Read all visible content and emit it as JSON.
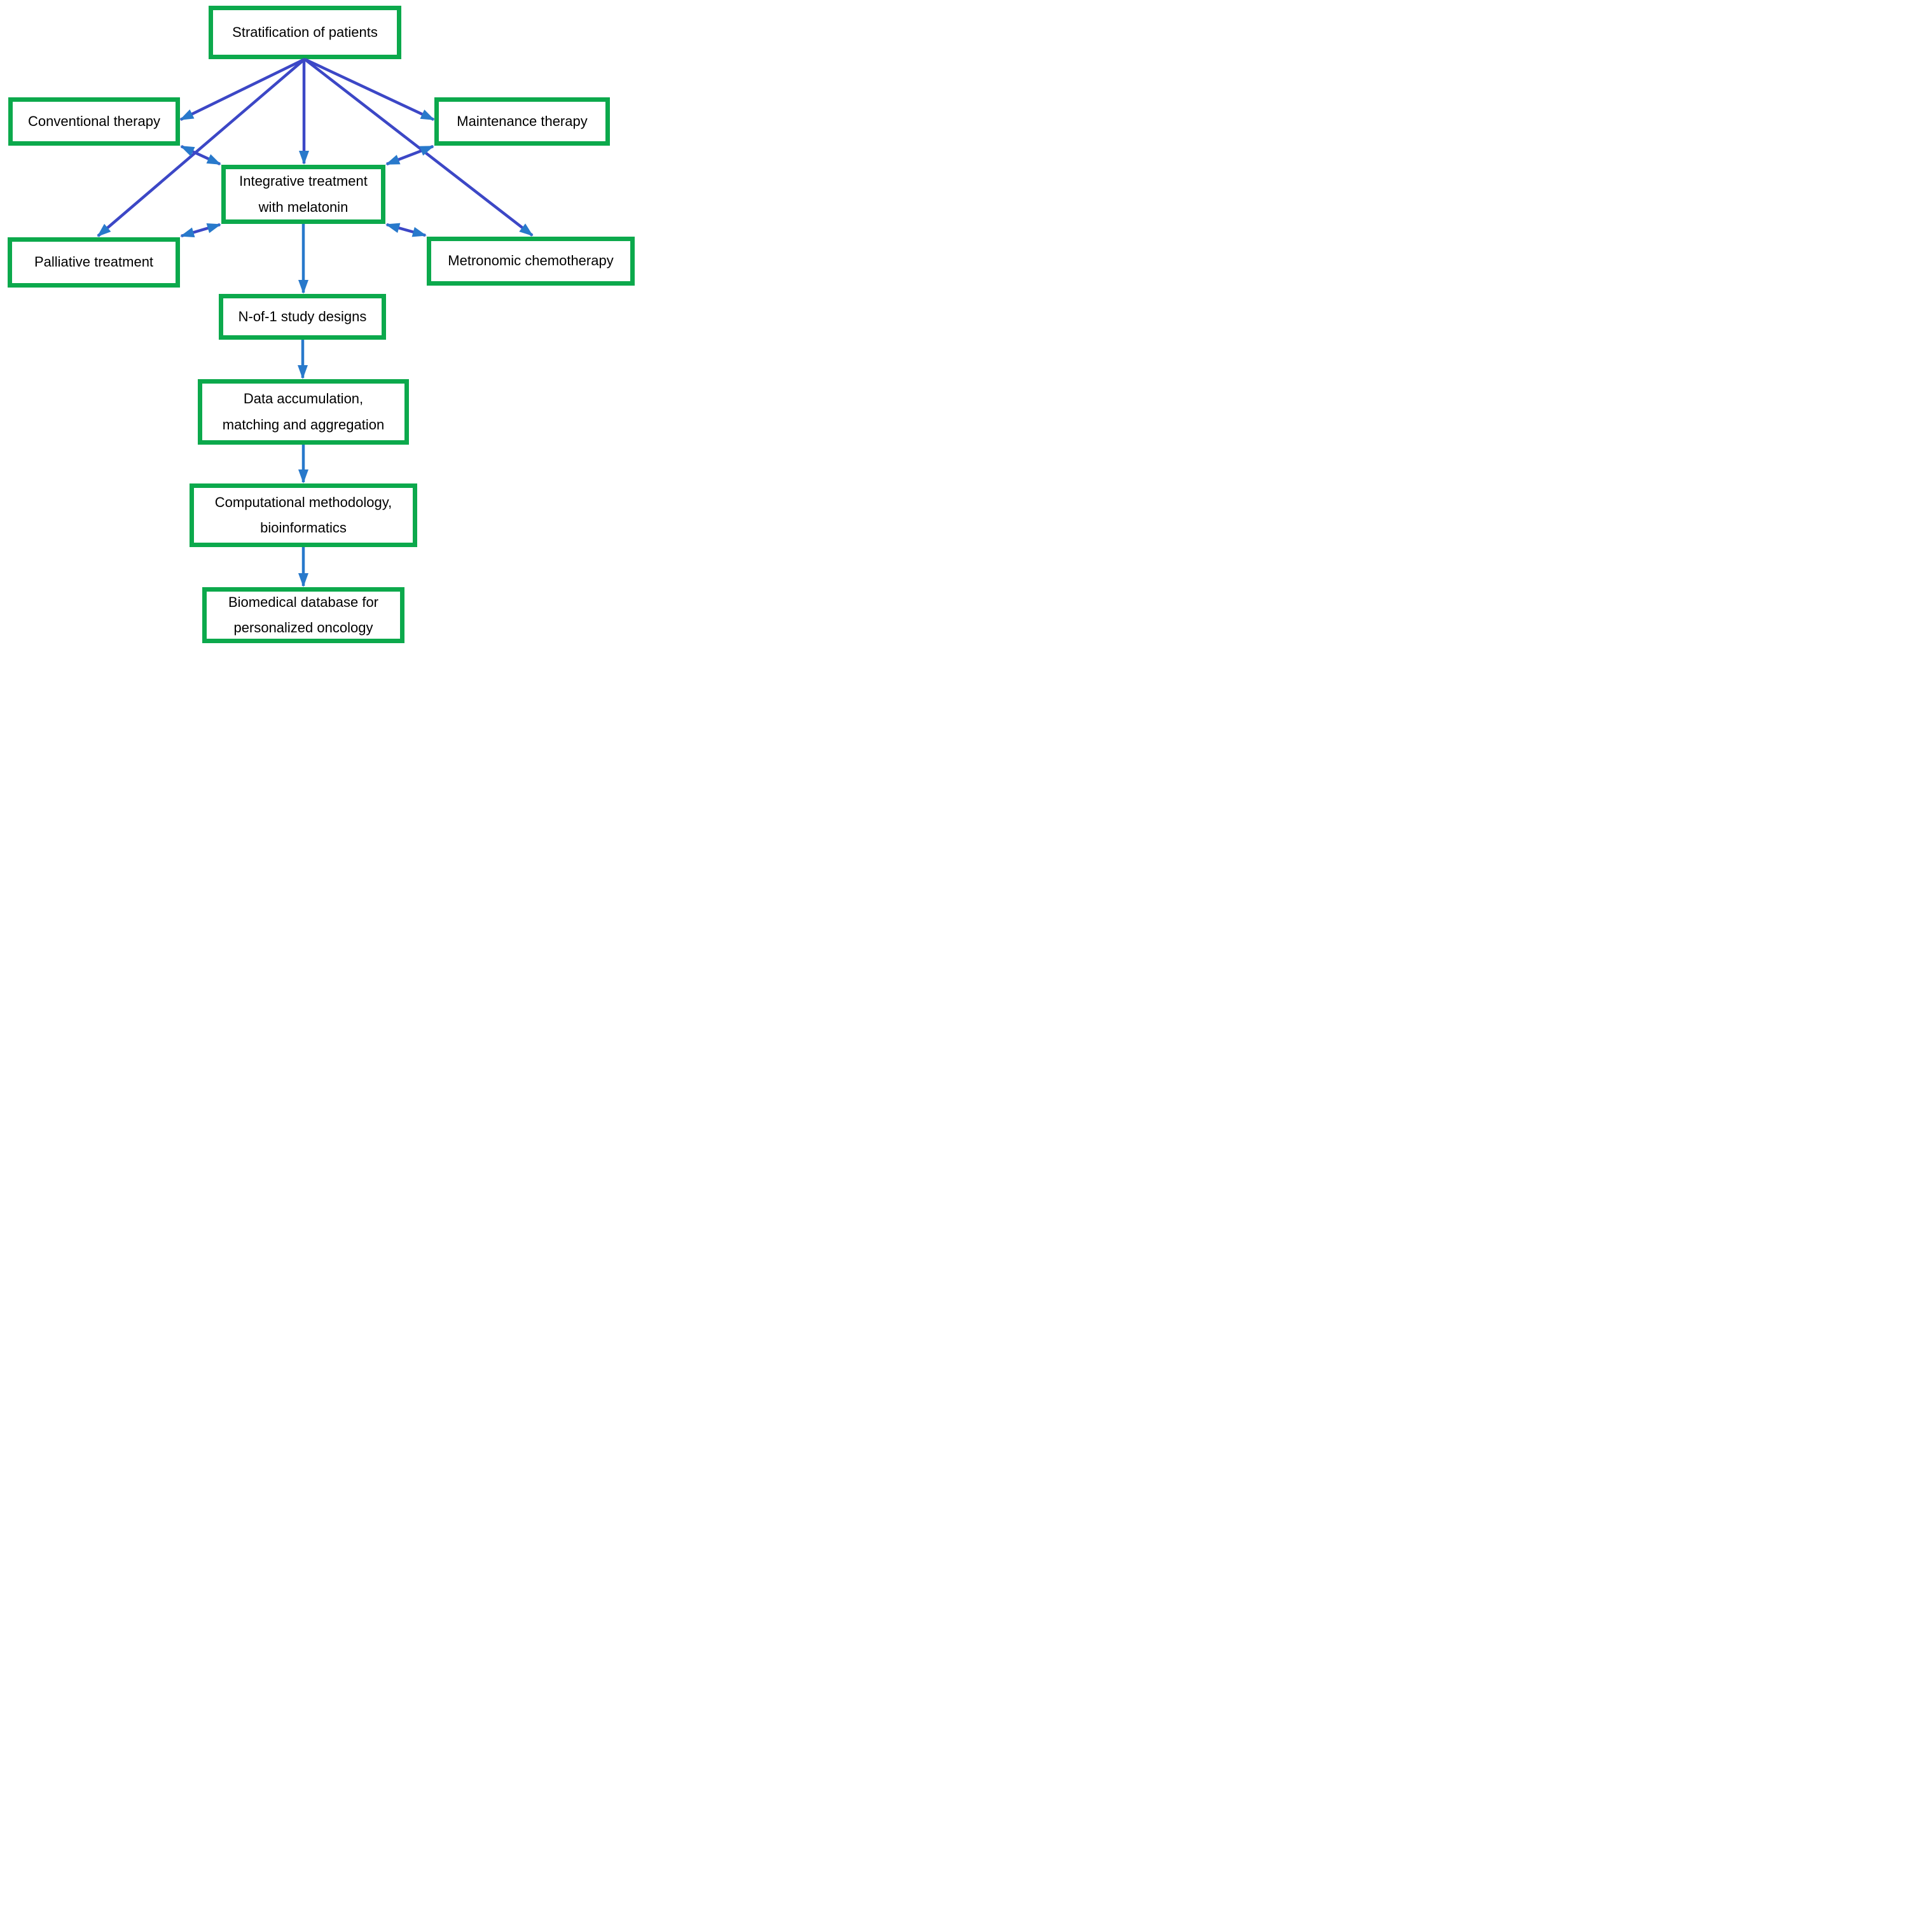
{
  "diagram": {
    "title": "Integrative treatment with melatonin flowchart",
    "nodes": {
      "stratification": {
        "label": "Stratification of patients"
      },
      "conventional": {
        "label": "Conventional therapy"
      },
      "maintenance": {
        "label": "Maintenance therapy"
      },
      "integrative": {
        "label": "Integrative treatment\nwith melatonin"
      },
      "palliative": {
        "label": "Palliative treatment"
      },
      "metronomic": {
        "label": "Metronomic chemotherapy"
      },
      "nof1": {
        "label": "N-of-1 study designs"
      },
      "data_accumulation": {
        "label": "Data accumulation,\nmatching and aggregation"
      },
      "computational": {
        "label": "Computational methodology,\nbioinformatics"
      },
      "biomedical": {
        "label": "Biomedical database for\npersonalized oncology"
      }
    },
    "edges": [
      {
        "from": "stratification",
        "to": "conventional",
        "bidirectional": false,
        "style": "primary"
      },
      {
        "from": "stratification",
        "to": "maintenance",
        "bidirectional": false,
        "style": "primary"
      },
      {
        "from": "stratification",
        "to": "integrative",
        "bidirectional": false,
        "style": "primary"
      },
      {
        "from": "stratification",
        "to": "palliative",
        "bidirectional": false,
        "style": "primary"
      },
      {
        "from": "stratification",
        "to": "metronomic",
        "bidirectional": false,
        "style": "primary"
      },
      {
        "from": "conventional",
        "to": "integrative",
        "bidirectional": true,
        "style": "primary"
      },
      {
        "from": "maintenance",
        "to": "integrative",
        "bidirectional": true,
        "style": "primary"
      },
      {
        "from": "palliative",
        "to": "integrative",
        "bidirectional": true,
        "style": "primary"
      },
      {
        "from": "metronomic",
        "to": "integrative",
        "bidirectional": true,
        "style": "primary"
      },
      {
        "from": "integrative",
        "to": "nof1",
        "bidirectional": false,
        "style": "secondary"
      },
      {
        "from": "nof1",
        "to": "data_accumulation",
        "bidirectional": false,
        "style": "secondary"
      },
      {
        "from": "data_accumulation",
        "to": "computational",
        "bidirectional": false,
        "style": "secondary"
      },
      {
        "from": "computational",
        "to": "biomedical",
        "bidirectional": false,
        "style": "secondary"
      }
    ],
    "colors": {
      "box_border": "#0ca94c",
      "line_primary": "#3c47c6",
      "line_secondary": "#2879cb",
      "arrowhead": "#2879cb",
      "text": "#000000",
      "background": "#ffffff"
    }
  }
}
